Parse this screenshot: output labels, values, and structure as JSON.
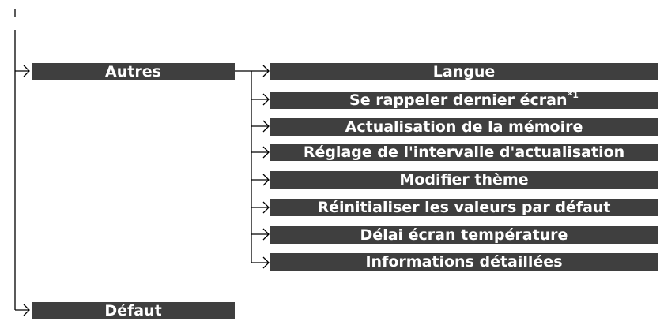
{
  "menu": {
    "autres_label": "Autres",
    "defaut_label": "Défaut",
    "items": [
      {
        "label": "Langue"
      },
      {
        "label": "Se rappeler dernier écran",
        "note": "*1"
      },
      {
        "label": "Actualisation de la mémoire"
      },
      {
        "label": "Réglage de l'intervalle d'actualisation"
      },
      {
        "label": "Modifier thème"
      },
      {
        "label": "Réinitialiser les valeurs par défaut"
      },
      {
        "label": "Délai écran température"
      },
      {
        "label": "Informations détaillées"
      }
    ]
  },
  "colors": {
    "box": "#3f3f3f",
    "text": "#ffffff",
    "line": "#000000"
  }
}
